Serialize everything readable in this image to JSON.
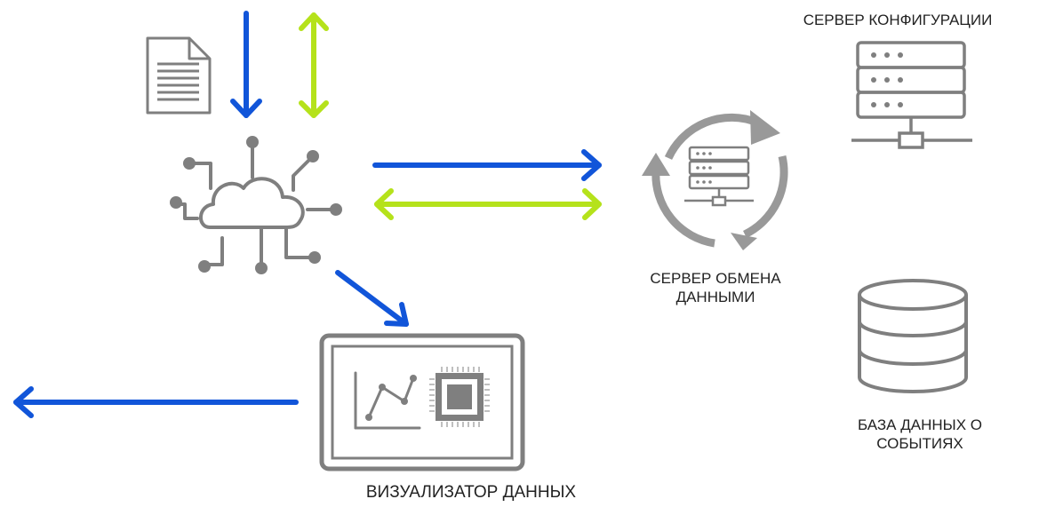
{
  "colors": {
    "blue": "#1155d9",
    "green": "#b5e21b",
    "gray": "#7f7f7f",
    "lightgray": "#bfbfbf"
  },
  "labels": {
    "config_server": "СЕРВЕР КОНФИГУРАЦИИ",
    "exchange_server": "СЕРВЕР ОБМЕНА\nДАННЫМИ",
    "event_db": "БАЗА ДАННЫХ О\nСОБЫТИЯХ",
    "visualizer": "ВИЗУАЛИЗАТОР ДАННЫХ"
  },
  "icons": [
    "document-icon",
    "cloud-network-icon",
    "sync-server-icon",
    "server-rack-icon",
    "database-icon",
    "tablet-chart-icon"
  ]
}
